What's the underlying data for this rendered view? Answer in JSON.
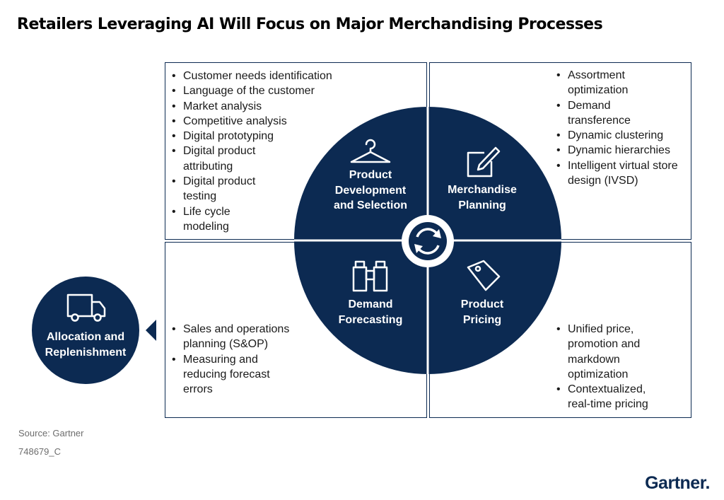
{
  "title": "Retailers Leveraging AI Will Focus on Major Merchandising Processes",
  "quadrants": {
    "product_development": {
      "label_lines": [
        "Product",
        "Development",
        "and Selection"
      ],
      "icon": "hanger-icon",
      "items": [
        "Customer needs identification",
        "Language of the customer",
        "Market analysis",
        "Competitive analysis",
        "Digital prototyping",
        "Digital product attributing",
        "Digital product testing",
        "Life cycle modeling"
      ]
    },
    "merchandise_planning": {
      "label_lines": [
        "Merchandise",
        "Planning"
      ],
      "icon": "edit-note-icon",
      "items": [
        "Assortment optimization",
        "Demand transference",
        "Dynamic clustering",
        "Dynamic hierarchies",
        "Intelligent virtual store design (IVSD)"
      ]
    },
    "demand_forecasting": {
      "label_lines": [
        "Demand",
        "Forecasting"
      ],
      "icon": "binoculars-icon",
      "items": [
        "Sales and operations planning (S&OP)",
        "Measuring and reducing forecast errors"
      ]
    },
    "product_pricing": {
      "label_lines": [
        "Product",
        "Pricing"
      ],
      "icon": "price-tag-icon",
      "items": [
        "Unified price, promotion and markdown optimization",
        "Contextualized, real-time pricing"
      ]
    }
  },
  "allocation": {
    "label_lines": [
      "Allocation and",
      "Replenishment"
    ],
    "icon": "truck-icon"
  },
  "center_icon": "cycle-arrows-icon",
  "source": "Source: Gartner",
  "doc_id": "748679_C",
  "logo": "Gartner",
  "colors": {
    "navy": "#0c2a52",
    "white": "#ffffff",
    "text": "#1a1a1a",
    "muted": "#6d6d6d"
  }
}
